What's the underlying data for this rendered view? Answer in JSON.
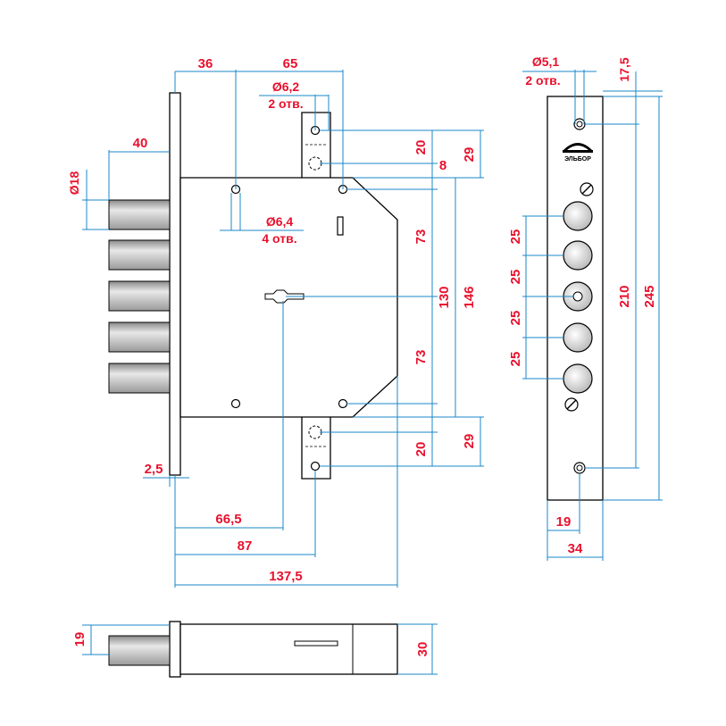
{
  "dims": {
    "d36": "36",
    "d65": "65",
    "d62": "Ø6,2",
    "holes2a": "2 отв.",
    "d40": "40",
    "d18": "Ø18",
    "d64": "Ø6,4",
    "holes4": "4 отв.",
    "d20top": "20",
    "d8": "8",
    "d29top": "29",
    "d73a": "73",
    "d130": "130",
    "d146": "146",
    "d73b": "73",
    "d20bot": "20",
    "d29bot": "29",
    "d25_1": "25",
    "d25_2": "25",
    "d25_3": "25",
    "d25_4": "25",
    "d51": "Ø5,1",
    "holes2b": "2 отв.",
    "d175": "17,5",
    "d210": "210",
    "d245": "245",
    "d19r": "19",
    "d34": "34",
    "d25l": "2,5",
    "d665": "66,5",
    "d87": "87",
    "d1375": "137,5",
    "d19b": "19",
    "d30": "30"
  },
  "brand": "ЭЛЬБОР",
  "colors": {
    "dimension_text": "#e8112d",
    "dimension_line": "#1a87c9",
    "outline": "#000000",
    "bolt_fill": "#c9c9c9"
  }
}
